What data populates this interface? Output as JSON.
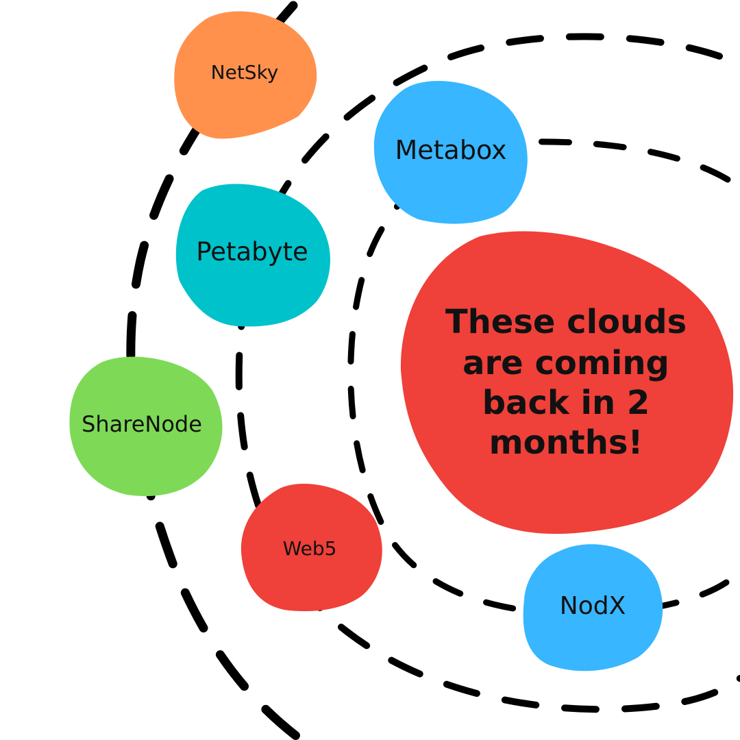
{
  "colors": {
    "background": "#ffffff",
    "dash": "#000000",
    "orange": "#FF914D",
    "blue": "#38B6FF",
    "teal": "#00C2CB",
    "green": "#7ED957",
    "red": "#EF4039",
    "text": "#111111"
  },
  "nodes": {
    "netsky": "NetSky",
    "metabox": "Metabox",
    "petabyte": "Petabyte",
    "sharenode": "ShareNode",
    "web5": "Web5",
    "nodx": "NodX"
  },
  "center": {
    "line1": "These clouds",
    "line2": "are coming",
    "line3": "back in 2",
    "line4": "months!"
  }
}
